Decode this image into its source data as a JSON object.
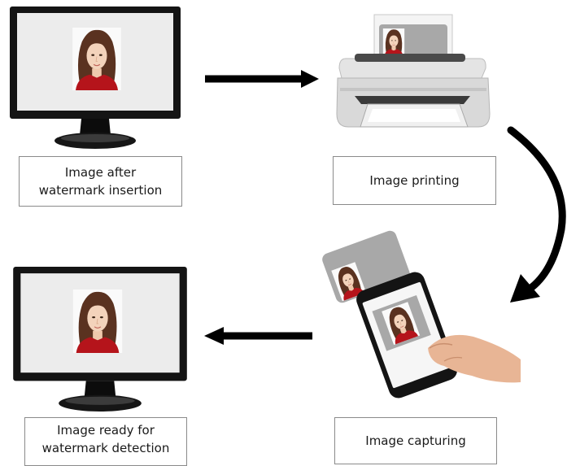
{
  "captions": {
    "after_insertion": "Image after\nwatermark insertion",
    "printing": "Image printing",
    "ready_detection": "Image ready for\nwatermark detection",
    "capturing": "Image capturing"
  },
  "icons": {
    "monitor_top": "monitor-icon",
    "printer": "printer-icon",
    "monitor_bottom": "monitor-icon",
    "smartphone": "smartphone-icon",
    "portrait": "portrait-photo-icon"
  },
  "colors": {
    "bezel": "#141414",
    "screen": "#ececec",
    "arrow": "#000000",
    "caption_border": "#8a8a8a",
    "printer_body": "#d9d9d9",
    "photo_card": "#a8a8a8",
    "hand_skin": "#e8b595",
    "sweater": "#b5141b",
    "hair": "#5a3220"
  }
}
